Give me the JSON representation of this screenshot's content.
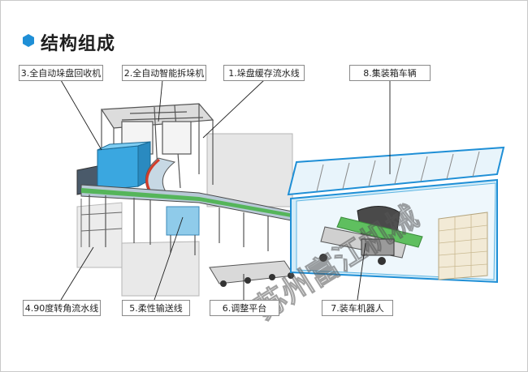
{
  "title": "结构组成",
  "accent_color": "#1f8fd6",
  "icon": "hexagon-bullet-icon",
  "watermark": "苏州富江机械",
  "labels": {
    "l3": "3.全自动垛盘回收机",
    "l2": "2.全自动智能拆垛机",
    "l1": "1.垛盘缓存流水线",
    "l8": "8.集装箱车辆",
    "l4": "4.90度转角流水线",
    "l5": "5.柔性输送线",
    "l6": "6.调整平台",
    "l7": "7.装车机器人"
  }
}
